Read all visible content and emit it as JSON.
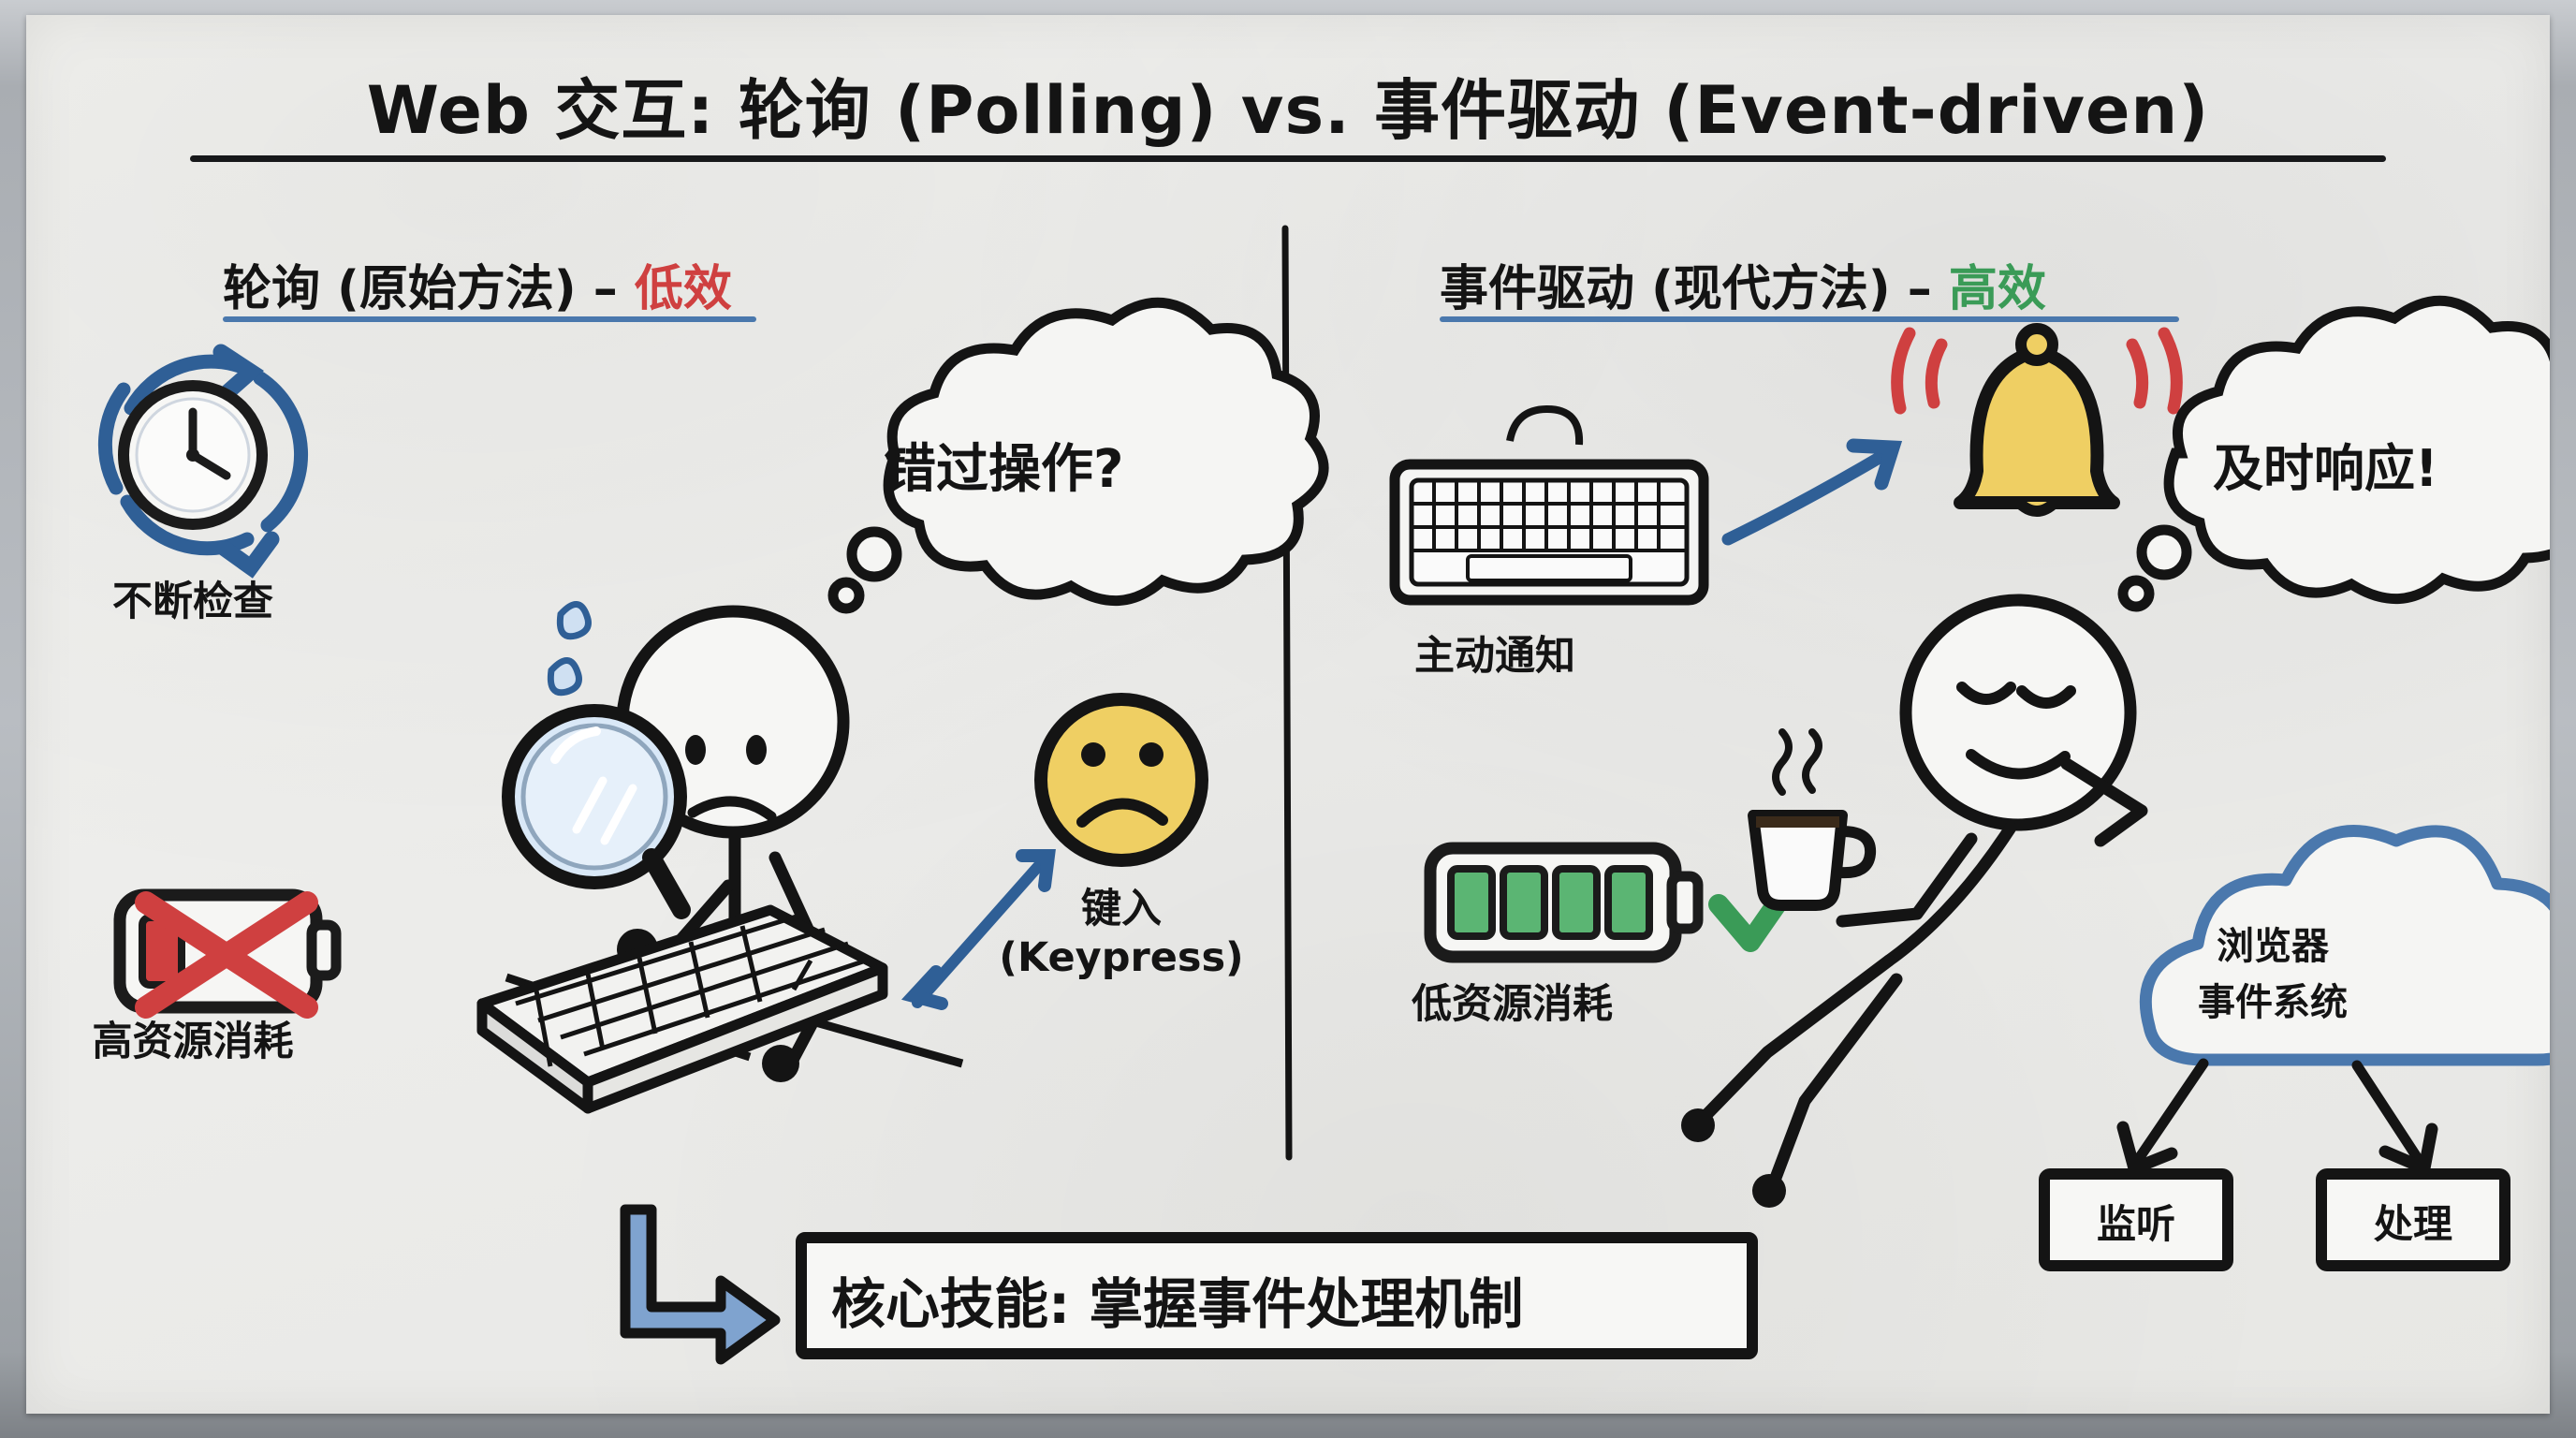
{
  "title": "Web 交互: 轮询 (Polling) vs. 事件驱动 (Event-driven)",
  "columns": {
    "left": {
      "heading_main": "轮询 (原始方法) – ",
      "heading_accent": "低效",
      "accent_color": "#cf4040",
      "clock_label": "不断检查",
      "battery_label": "高资源消耗",
      "thought_bubble": "错过操作?",
      "keypress_label_cn": "键入",
      "keypress_label_en": "(Keypress)",
      "icons": {
        "clock": "clock-icon",
        "refresh_arrows": "circular-arrows-icon",
        "battery": "low-battery-icon",
        "cross": "red-x-icon",
        "magnifier": "magnifying-glass-icon",
        "keyboard": "keyboard-icon",
        "sad_face": "sad-face-icon",
        "sweat": "sweat-drop-icon"
      }
    },
    "right": {
      "heading_main": "事件驱动 (现代方法) – ",
      "heading_accent": "高效",
      "accent_color": "#3a9b57",
      "keyboard_label": "主动通知",
      "battery_label": "低资源消耗",
      "thought_bubble": "及时响应!",
      "cloud_line1": "浏览器",
      "cloud_line2": "事件系统",
      "box_left": "监听",
      "box_right": "处理",
      "icons": {
        "keyboard": "keyboard-icon",
        "bell": "bell-icon",
        "battery": "full-battery-icon",
        "check": "green-check-icon",
        "coffee": "coffee-cup-icon",
        "cloud": "cloud-icon"
      }
    }
  },
  "footer": {
    "banner_text": "核心技能: 掌握事件处理机制",
    "arrow_color": "#7fa3cf"
  },
  "palette": {
    "ink": "#141414",
    "blue": "#2f5f96",
    "light_blue": "#7fa3cf",
    "red": "#cf4040",
    "green": "#3a9b57",
    "yellow": "#efcf63"
  }
}
